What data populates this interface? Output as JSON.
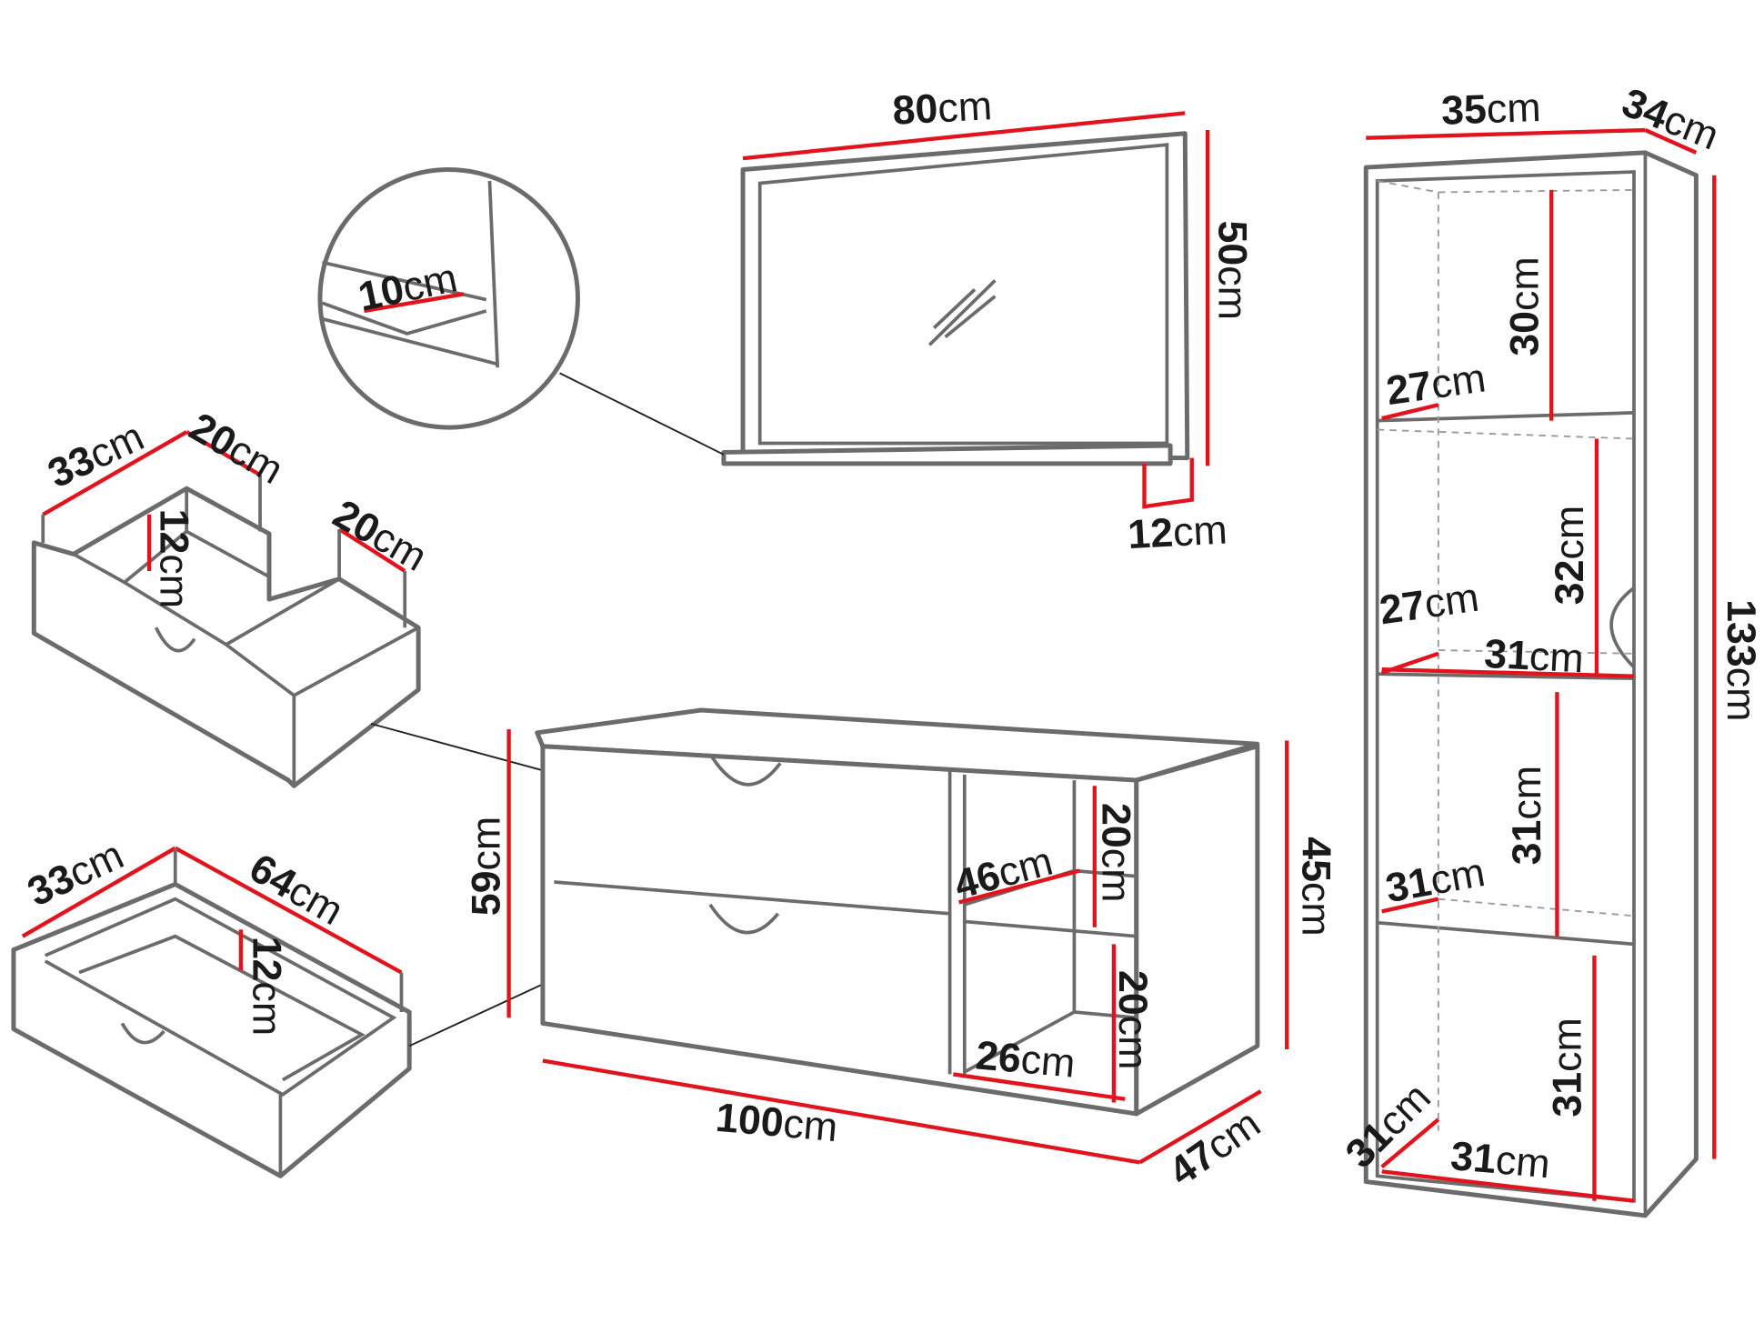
{
  "unit": "cm",
  "colors": {
    "dimension_line": "#e1141e",
    "outline": "#6b6b6b"
  },
  "mirror": {
    "width": "80",
    "height": "50",
    "shelf_depth": "12",
    "detail_frame": "10"
  },
  "tall_cabinet": {
    "width": "35",
    "depth": "34",
    "height": "133",
    "top_compartment_height": "30",
    "top_shelf_depth": "27",
    "second_compartment_height": "32",
    "second_shelf_depth": "27",
    "second_shelf_width": "31",
    "third_shelf_depth": "31",
    "third_compartment_height": "31",
    "bottom_compartment_height": "31",
    "bottom_depth": "31",
    "bottom_width": "31"
  },
  "small_drawer": {
    "depth": "33",
    "width_left": "20",
    "height": "12",
    "width_right": "20"
  },
  "large_drawer": {
    "depth": "33",
    "width": "64",
    "height": "12"
  },
  "cabinet": {
    "height": "59",
    "shelf_depth": "46",
    "upper_shelf_height": "20",
    "lower_shelf_height": "20",
    "shelf_width": "26",
    "side_height": "45",
    "width": "100",
    "depth": "47"
  }
}
